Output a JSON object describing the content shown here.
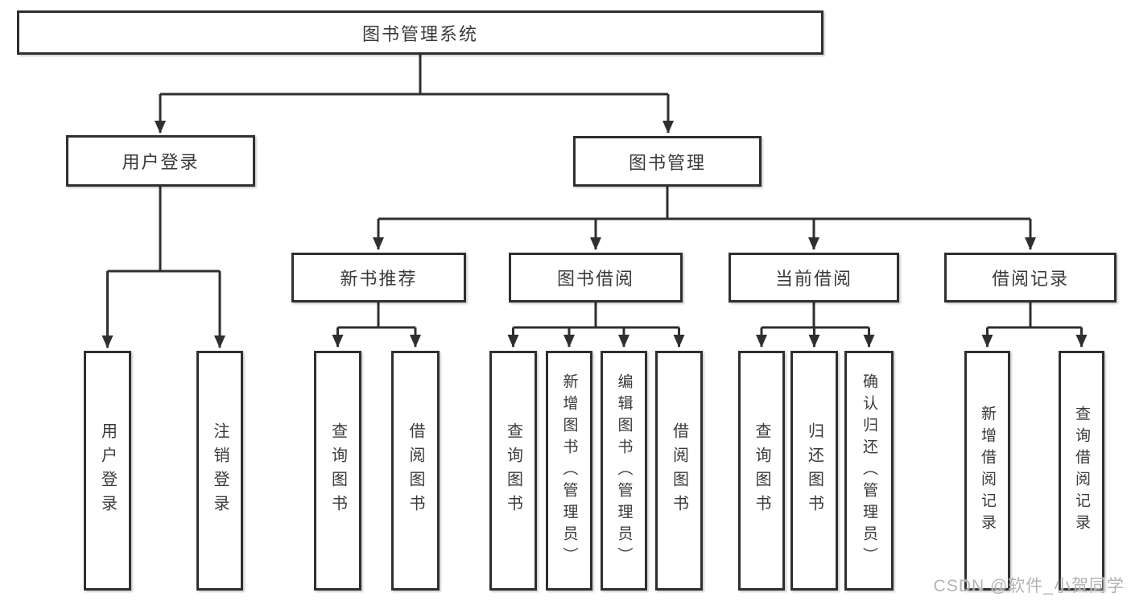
{
  "diagram": {
    "root": {
      "label": "图书管理系统"
    },
    "branches": [
      {
        "label": "用户登录",
        "children": [
          "用户登录",
          "注销登录"
        ]
      },
      {
        "label": "图书管理",
        "groups": [
          {
            "label": "新书推荐",
            "children": [
              "查询图书",
              "借阅图书"
            ]
          },
          {
            "label": "图书借阅",
            "children": [
              "查询图书",
              "新增图书（管理员）",
              "编辑图书（管理员）",
              "借阅图书"
            ]
          },
          {
            "label": "当前借阅",
            "children": [
              "查询图书",
              "归还图书",
              "确认归还（管理员）"
            ]
          },
          {
            "label": "借阅记录",
            "children": [
              "新增借阅记录",
              "查询借阅记录"
            ]
          }
        ]
      }
    ]
  },
  "watermark": {
    "text": "CSDN @软件_小贺同学"
  },
  "colors": {
    "line": "#2f2f2f",
    "box_border": "#2f2f2f",
    "text": "#3a3a3a",
    "watermark": "#b3b3b3",
    "background": "#ffffff"
  }
}
